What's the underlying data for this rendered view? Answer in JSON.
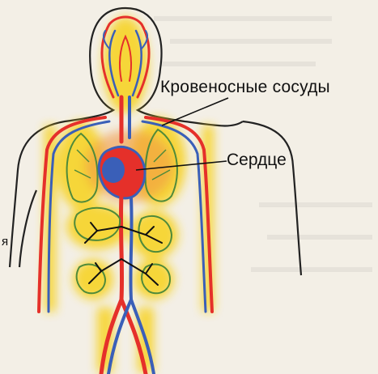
{
  "labels": {
    "vessels": "Кровеносные сосуды",
    "heart": "Сердце",
    "side_fragment": "я"
  },
  "colors": {
    "artery": "#e5302a",
    "vein": "#3a5fb8",
    "glow_yellow": "#f7d21a",
    "glow_orange": "#f08a2a",
    "organ_green": "#4f8a3a",
    "outline": "#222222",
    "paper": "#f3efe6"
  }
}
